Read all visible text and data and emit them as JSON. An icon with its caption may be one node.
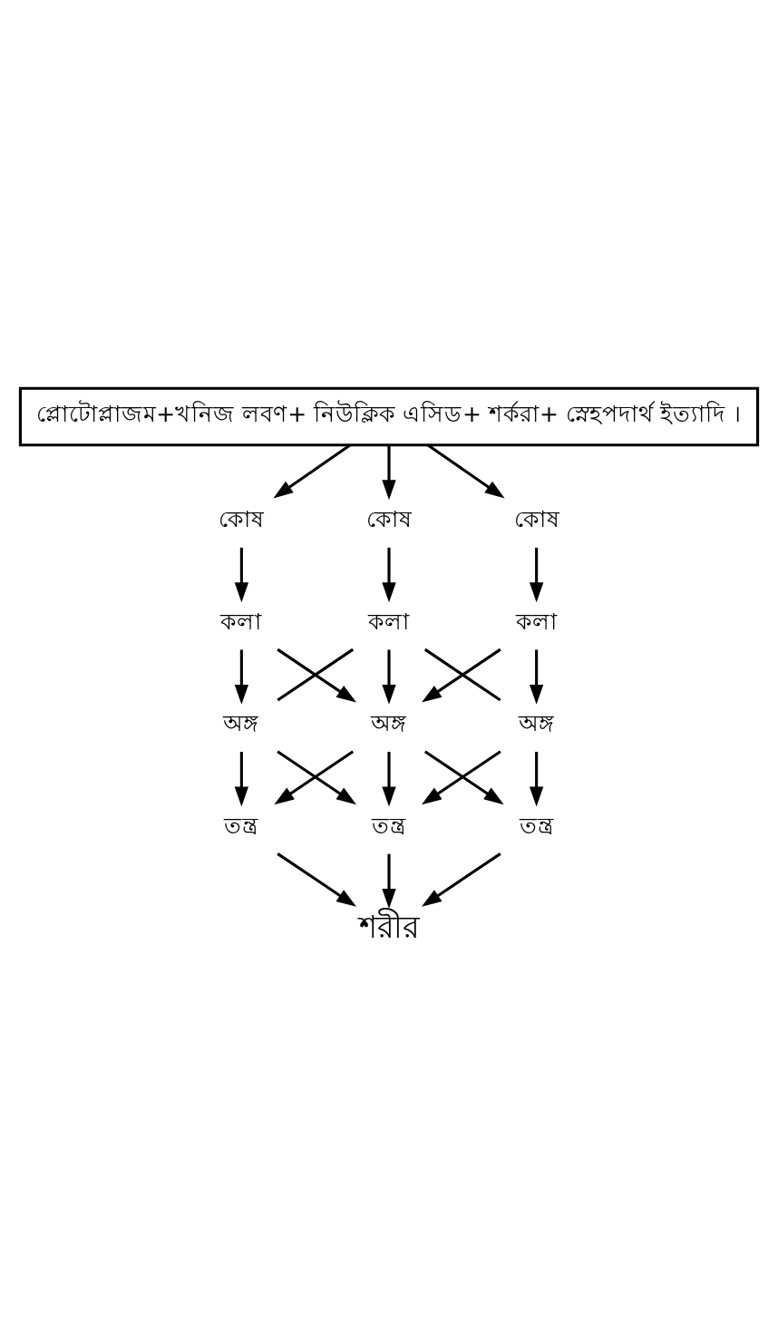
{
  "diagram": {
    "nodes": [
      {
        "text": [
          "প্লোটোপ্লাজম+খনিজ লবণ+ নিউক্লিক এসিড+ শর্করা+ স্নেহপদার্থ ইত্যাদি ।"
        ]
      },
      {
        "text": [
          "কোষ"
        ]
      },
      {
        "text": [
          "কোষ"
        ]
      },
      {
        "text": [
          "কোষ"
        ]
      },
      {
        "text": [
          "কলা"
        ]
      },
      {
        "text": [
          "কলা"
        ]
      },
      {
        "text": [
          "কলা"
        ]
      },
      {
        "text": [
          "অঙ্গ"
        ]
      },
      {
        "text": [
          "অঙ্গ"
        ]
      },
      {
        "text": [
          "অঙ্গ"
        ]
      },
      {
        "text": [
          "তন্ত্র"
        ]
      },
      {
        "text": [
          "তন্ত্র"
        ]
      },
      {
        "text": [
          "তন্ত্র"
        ]
      },
      {
        "text": [
          "শরীর"
        ]
      }
    ],
    "edges": [
      {
        "from": 0,
        "to": 1,
        "arrow": "to"
      },
      {
        "from": 0,
        "to": 2,
        "arrow": "to"
      },
      {
        "from": 0,
        "to": 3,
        "arrow": "to"
      },
      {
        "from": 1,
        "to": 4,
        "arrow": "to"
      },
      {
        "from": 2,
        "to": 5,
        "arrow": "to"
      },
      {
        "from": 3,
        "to": 6,
        "arrow": "to"
      },
      {
        "from": 4,
        "to": 7,
        "arrow": "to"
      },
      {
        "from": 4,
        "to": 8,
        "arrow": "to"
      },
      {
        "from": 5,
        "to": 7,
        "arrow": "none"
      },
      {
        "from": 5,
        "to": 8,
        "arrow": "to"
      },
      {
        "from": 5,
        "to": 9,
        "arrow": "none"
      },
      {
        "from": 6,
        "to": 8,
        "arrow": "to"
      },
      {
        "from": 6,
        "to": 9,
        "arrow": "to"
      },
      {
        "from": 7,
        "to": 10,
        "arrow": "to"
      },
      {
        "from": 7,
        "to": 11,
        "arrow": "to"
      },
      {
        "from": 8,
        "to": 10,
        "arrow": "to"
      },
      {
        "from": 8,
        "to": 11,
        "arrow": "to"
      },
      {
        "from": 8,
        "to": 12,
        "arrow": "to"
      },
      {
        "from": 9,
        "to": 11,
        "arrow": "to"
      },
      {
        "from": 9,
        "to": 12,
        "arrow": "to"
      },
      {
        "from": 10,
        "to": 13,
        "arrow": "to"
      },
      {
        "from": 11,
        "to": 13,
        "arrow": "to"
      },
      {
        "from": 12,
        "to": 13,
        "arrow": "to"
      }
    ]
  }
}
